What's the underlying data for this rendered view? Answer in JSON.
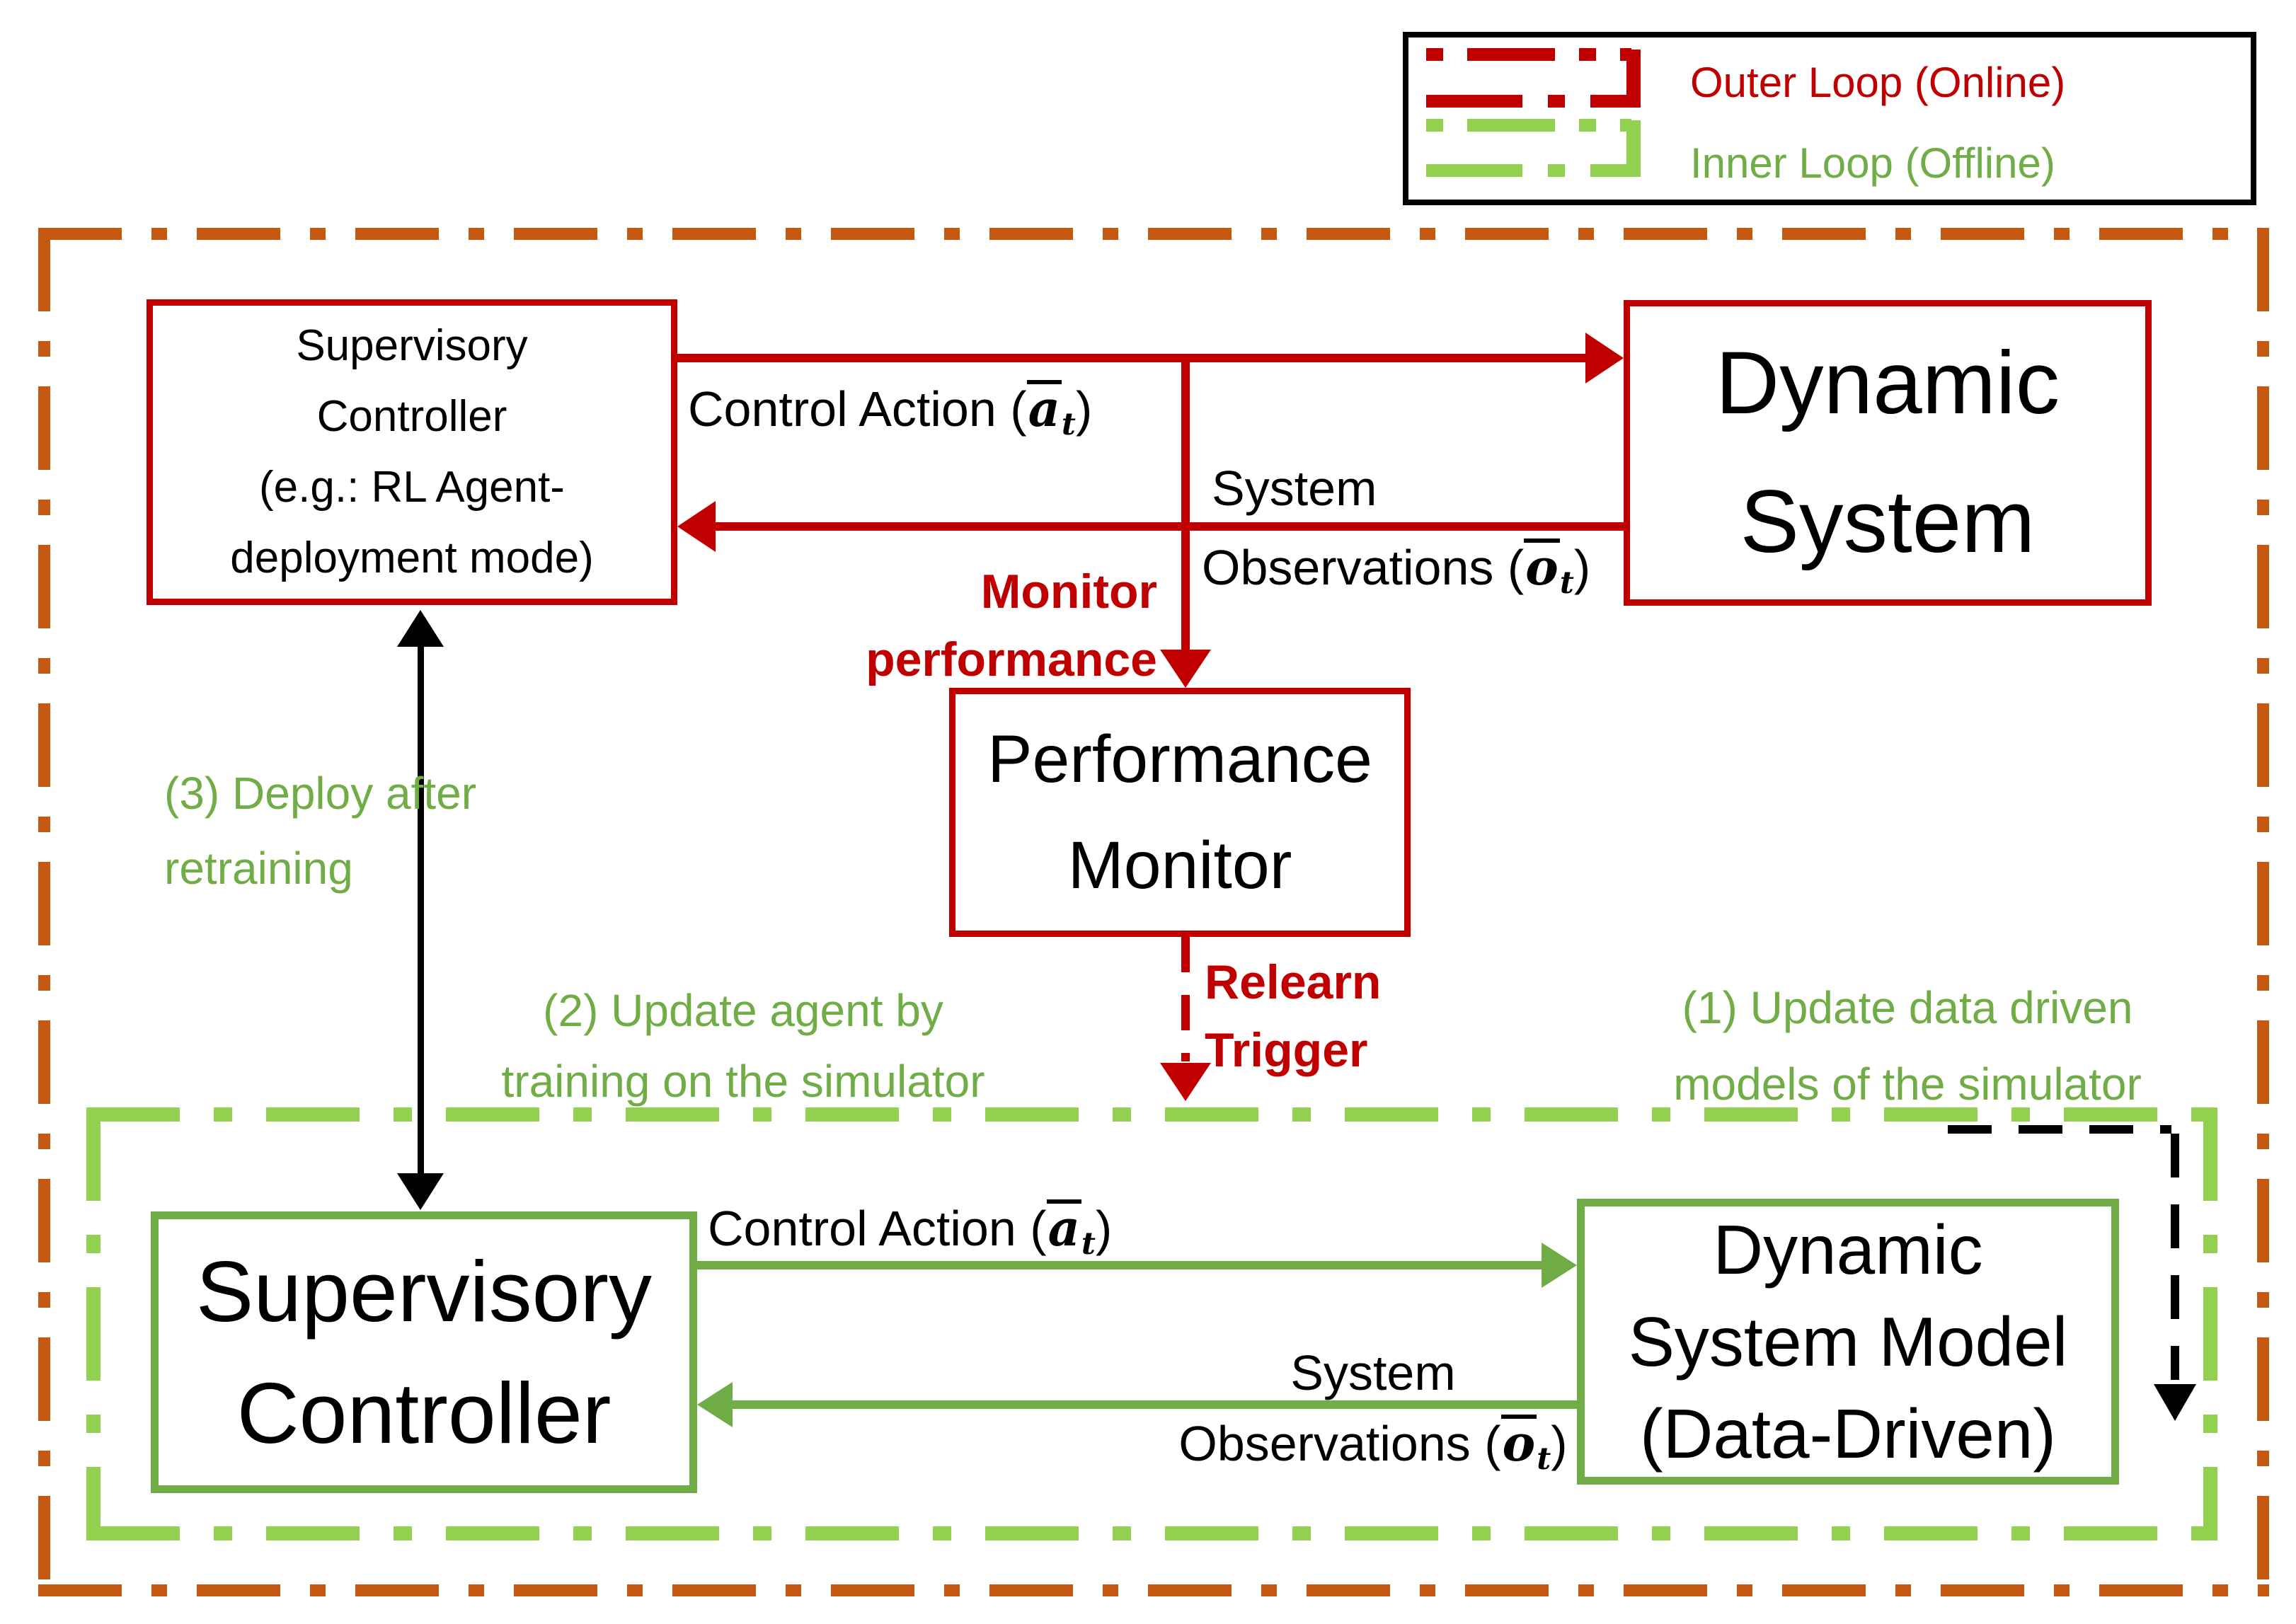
{
  "colors": {
    "red": "#c00000",
    "orange": "#c45911",
    "green": "#70ad47",
    "light_green": "#92d050",
    "black": "#000000"
  },
  "legend": {
    "outer_label": "Outer Loop (Online)",
    "inner_label": "Inner Loop (Offline)"
  },
  "boxes": {
    "supervisory_top": [
      "Supervisory",
      "Controller",
      "(e.g.: RL Agent-",
      "deployment mode)"
    ],
    "dynamic_system": [
      "Dynamic",
      "System"
    ],
    "performance_monitor": [
      "Performance",
      "Monitor"
    ],
    "supervisory_bottom": [
      "Supervisory",
      "Controller"
    ],
    "dynamic_system_model": [
      "Dynamic",
      "System Model",
      "(Data-Driven)"
    ]
  },
  "labels": {
    "control_action": {
      "prefix": "Control Action (",
      "var": "a",
      "sub": "t",
      "suffix": ")"
    },
    "observations": {
      "line1": "System",
      "prefix": "Observations (",
      "var": "o",
      "sub": "t",
      "suffix": ")"
    },
    "monitor_performance": {
      "line1": "Monitor",
      "line2": "performance"
    },
    "relearn_trigger": {
      "line1": "Relearn",
      "line2": "Trigger"
    }
  },
  "annotations": {
    "deploy": {
      "line1": "(3) Deploy after",
      "line2": "retraining"
    },
    "update_agent": {
      "line1": "(2) Update agent by",
      "line2": "training on the simulator"
    },
    "update_models": {
      "line1": "(1) Update data driven",
      "line2": "models of the simulator"
    }
  }
}
